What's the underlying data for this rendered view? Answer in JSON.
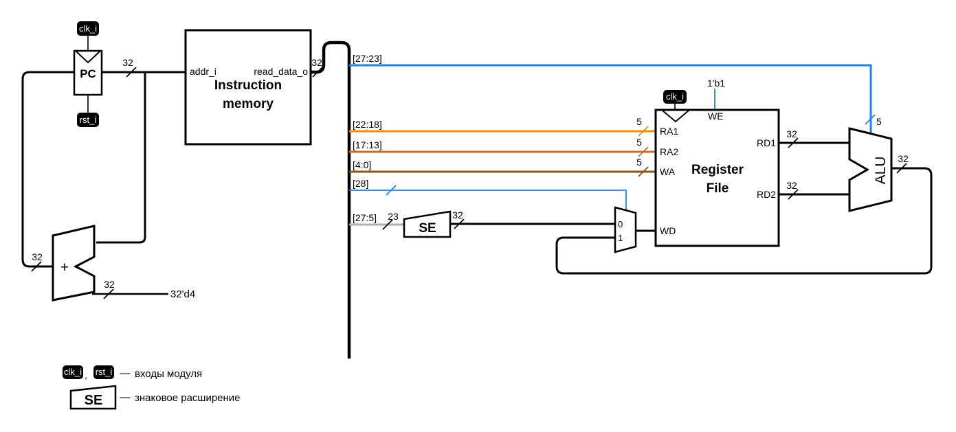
{
  "palette": {
    "blue": "#1a84f2",
    "orange": "#ff8c00",
    "dark_orange": "#d2691e",
    "brown": "#8a5413",
    "gray": "#b0b0b0"
  },
  "widths": {
    "w32": "32",
    "w5": "5",
    "w23": "23"
  },
  "pc": {
    "label": "PC",
    "clk": "clk_i",
    "rst": "rst_i"
  },
  "imem": {
    "title_line1": "Instruction",
    "title_line2": "memory",
    "addr": "addr_i",
    "read_data": "read_data_o"
  },
  "slices": {
    "s27_23": {
      "label": "[27:23]"
    },
    "s22_18": {
      "label": "[22:18]"
    },
    "s17_13": {
      "label": "[17:13]"
    },
    "s4_0": {
      "label": "[4:0]"
    },
    "s28": {
      "label": "[28]"
    },
    "s27_5": {
      "label": "[27:5]"
    }
  },
  "se": {
    "label": "SE"
  },
  "mux": {
    "in0": "0",
    "in1": "1"
  },
  "regfile": {
    "title_line1": "Register",
    "title_line2": "File",
    "clk": "clk_i",
    "we": "WE",
    "we_const": "1'b1",
    "ra1": "RA1",
    "ra2": "RA2",
    "wa": "WA",
    "wd": "WD",
    "rd1": "RD1",
    "rd2": "RD2"
  },
  "alu": {
    "label": "ALU"
  },
  "adder": {
    "label": "+",
    "const": "32'd4"
  },
  "legend": {
    "clk": "clk_i",
    "comma": ",",
    "rst": "rst_i",
    "dash": "—",
    "inputs_text": "входы модуля",
    "se": "SE",
    "se_text": "знаковое расширение"
  }
}
